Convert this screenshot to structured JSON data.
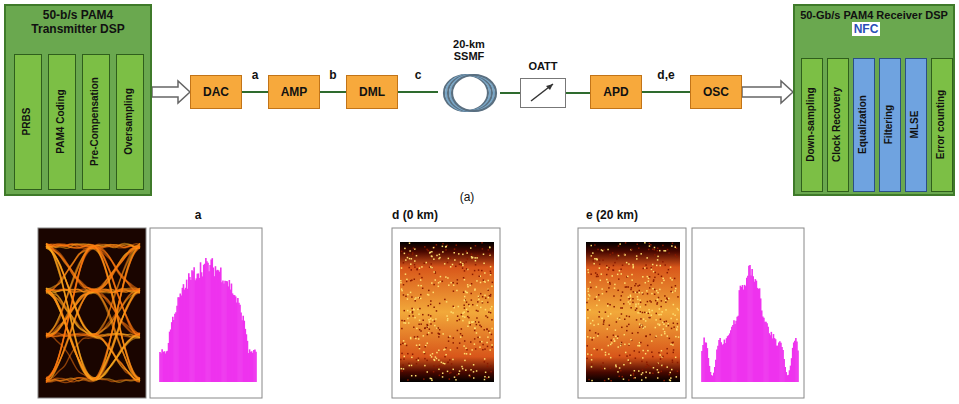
{
  "diagram": {
    "nodes": [
      {
        "text": [
          "50-b/s PAM4 Transmitter DSP"
        ]
      },
      {
        "text": [
          "PRBS"
        ],
        "in": 0
      },
      {
        "text": [
          "PAM4 Coding"
        ],
        "in": 0
      },
      {
        "text": [
          "Pre-Compensation"
        ],
        "in": 0
      },
      {
        "text": [
          "Oversampling"
        ],
        "in": 0
      },
      {
        "text": [
          "DAC"
        ]
      },
      {
        "text": [
          "AMP"
        ]
      },
      {
        "text": [
          "DML"
        ]
      },
      {
        "text": [
          "20-km SSMF"
        ]
      },
      {
        "text": [
          "OATT"
        ]
      },
      {
        "text": [
          "APD"
        ]
      },
      {
        "text": [
          "OSC"
        ]
      },
      {
        "text": [
          "50-Gb/s PAM4 Receiver DSP"
        ]
      },
      {
        "text": [
          "Down-sampling"
        ],
        "in": 12
      },
      {
        "text": [
          "Clock Recovery"
        ],
        "in": 12
      },
      {
        "text": [
          "Equalization"
        ],
        "in": 12
      },
      {
        "text": [
          "Filtering"
        ],
        "in": 12
      },
      {
        "text": [
          "MLSE"
        ],
        "in": 12
      },
      {
        "text": [
          "Error counting"
        ],
        "in": 12
      }
    ],
    "edges": [
      {
        "from": 0,
        "to": 5,
        "arrow": "to"
      },
      {
        "from": 5,
        "to": 6,
        "label": "a",
        "arrow": "none"
      },
      {
        "from": 6,
        "to": 7,
        "label": "b",
        "arrow": "none"
      },
      {
        "from": 7,
        "to": 8,
        "label": "c",
        "arrow": "none"
      },
      {
        "from": 8,
        "to": 9,
        "arrow": "none"
      },
      {
        "from": 9,
        "to": 10,
        "arrow": "none"
      },
      {
        "from": 10,
        "to": 11,
        "label": "d,e",
        "arrow": "none"
      },
      {
        "from": 11,
        "to": 12,
        "arrow": "to"
      }
    ],
    "labels": [
      "NFC",
      "(a)",
      "a",
      "d (0 km)",
      "e (20 km)"
    ]
  }
}
